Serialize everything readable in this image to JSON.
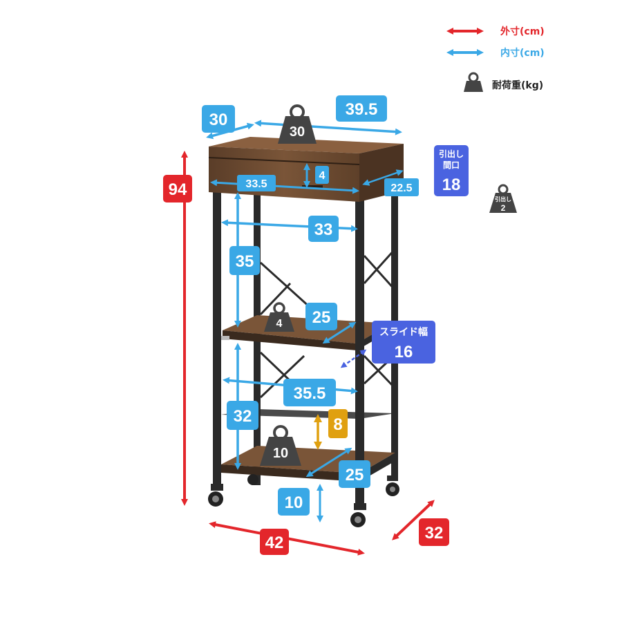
{
  "legend": {
    "outer": {
      "label": "外寸(cm)",
      "color": "#e3262b"
    },
    "inner": {
      "label": "内寸(cm)",
      "color": "#3aa8e6"
    },
    "load": {
      "label": "耐荷重(kg)",
      "icon": "weight-icon"
    }
  },
  "colors": {
    "outer": "#e3262b",
    "inner": "#3aa8e6",
    "slide": "#4a63e0",
    "gap": "#e0a010",
    "weight": "#444444",
    "wood": "#6b4a32",
    "frame": "#2a2a2a"
  },
  "outer_dimensions": {
    "height": "94",
    "width": "42",
    "depth": "32"
  },
  "inner_dimensions": {
    "top_depth": "30",
    "top_width": "39.5",
    "drawer_height": "4",
    "drawer_width": "33.5",
    "drawer_depth": "22.5",
    "upper_width": "33",
    "upper_height": "35",
    "mid_shelf_depth": "25",
    "lower_width": "35.5",
    "lower_height": "32",
    "bottom_shelf_depth": "25",
    "floor_clearance": "10"
  },
  "drawer_opening": {
    "label": "引出し\n間口",
    "label_line1": "引出し",
    "label_line2": "間口",
    "value": "18"
  },
  "slide_width": {
    "label": "スライド幅",
    "value": "16"
  },
  "gap_height": "8",
  "loads": {
    "top": "30",
    "drawer_label": "引出し",
    "drawer": "2",
    "mid_shelf": "4",
    "bottom_shelf": "10"
  }
}
